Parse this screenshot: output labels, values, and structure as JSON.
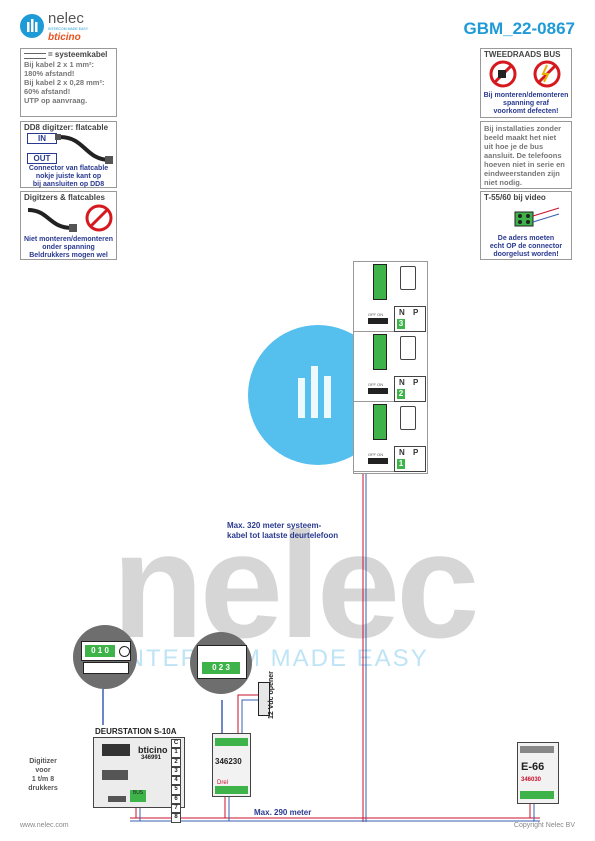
{
  "header": {
    "brand_name": "nelec",
    "brand_tagline": "INTERCOM MADE EASY",
    "brand_sub": "bticino",
    "doc_id": "GBM_22-0867"
  },
  "notes": {
    "cable": {
      "title": "= systeemkabel",
      "lines": [
        "Bij kabel 2 x 1 mm²:",
        "180% afstand!",
        "Bij kabel 2 x 0,28 mm²:",
        "60% afstand!",
        "UTP op aanvraag."
      ]
    },
    "dd8": {
      "title": "DD8 digitzer: flatcable",
      "in_label": "IN",
      "out_label": "OUT",
      "caption": [
        "Connector van flatcable",
        "nokje juiste kant op",
        "bij aansluiten op DD8"
      ]
    },
    "digitizers": {
      "title": "Digitzers & flatcables",
      "caption": [
        "Niet monteren/demonteren",
        "onder spanning",
        "Beldrukkers mogen wel"
      ]
    },
    "tweedraads": {
      "title": "TWEEDRAADS BUS",
      "caption": [
        "Bij monteren/demonteren",
        "spanning eraf",
        "voorkomt defecten!"
      ]
    },
    "install": {
      "text": [
        "Bij installaties zonder",
        "beeld maakt het niet",
        "uit hoe je de bus",
        "aansluit. De telefoons",
        "hoeven niet in serie en",
        "eindweerstanden zijn",
        "niet nodig."
      ]
    },
    "video": {
      "title": "T-55/60 bij video",
      "caption": [
        "De aders moeten",
        "echt OP de connector",
        "doorgelust worden!"
      ]
    }
  },
  "phones": [
    {
      "n_label": "N",
      "p_label": "P",
      "number": "3",
      "switch_label": "OFF ON"
    },
    {
      "n_label": "N",
      "p_label": "P",
      "number": "2",
      "switch_label": "OFF ON"
    },
    {
      "n_label": "N",
      "p_label": "P",
      "number": "1",
      "switch_label": "OFF ON"
    }
  ],
  "annotations": {
    "max_system": [
      "Max. 320 meter systeem-",
      "kabel tot laatste deurtelefoon"
    ],
    "max_290": "Max. 290 meter",
    "opener": "12 Vdc opener",
    "digitizer": [
      "Digitizer",
      "voor",
      "1 t/m 8",
      "drukkers"
    ]
  },
  "devices": {
    "doorstation": {
      "title": "DEURSTATION S-10A",
      "brand": "bticino",
      "code": "346991",
      "bus": "BUS",
      "terminals": [
        "C",
        "1",
        "2",
        "3",
        "4",
        "5",
        "6",
        "7",
        "8"
      ]
    },
    "module": {
      "code": "346230",
      "label": "Drel"
    },
    "psu": {
      "name": "E-66",
      "code": "346030"
    },
    "zoom1": {
      "display": "0 1 0"
    },
    "zoom2": {
      "display": "0 2 3"
    }
  },
  "footer": {
    "left": "www.nelec.com",
    "right": "Copyright Nelec BV"
  },
  "watermark": {
    "word": "nelec",
    "tagline": "INTERCOM MADE EASY"
  },
  "colors": {
    "accent_blue": "#1e9ad6",
    "text_blue": "#2a3a8f",
    "alert_red": "#d6191f",
    "wire_red": "#c8102e",
    "wire_blue": "#3a5fb0"
  }
}
